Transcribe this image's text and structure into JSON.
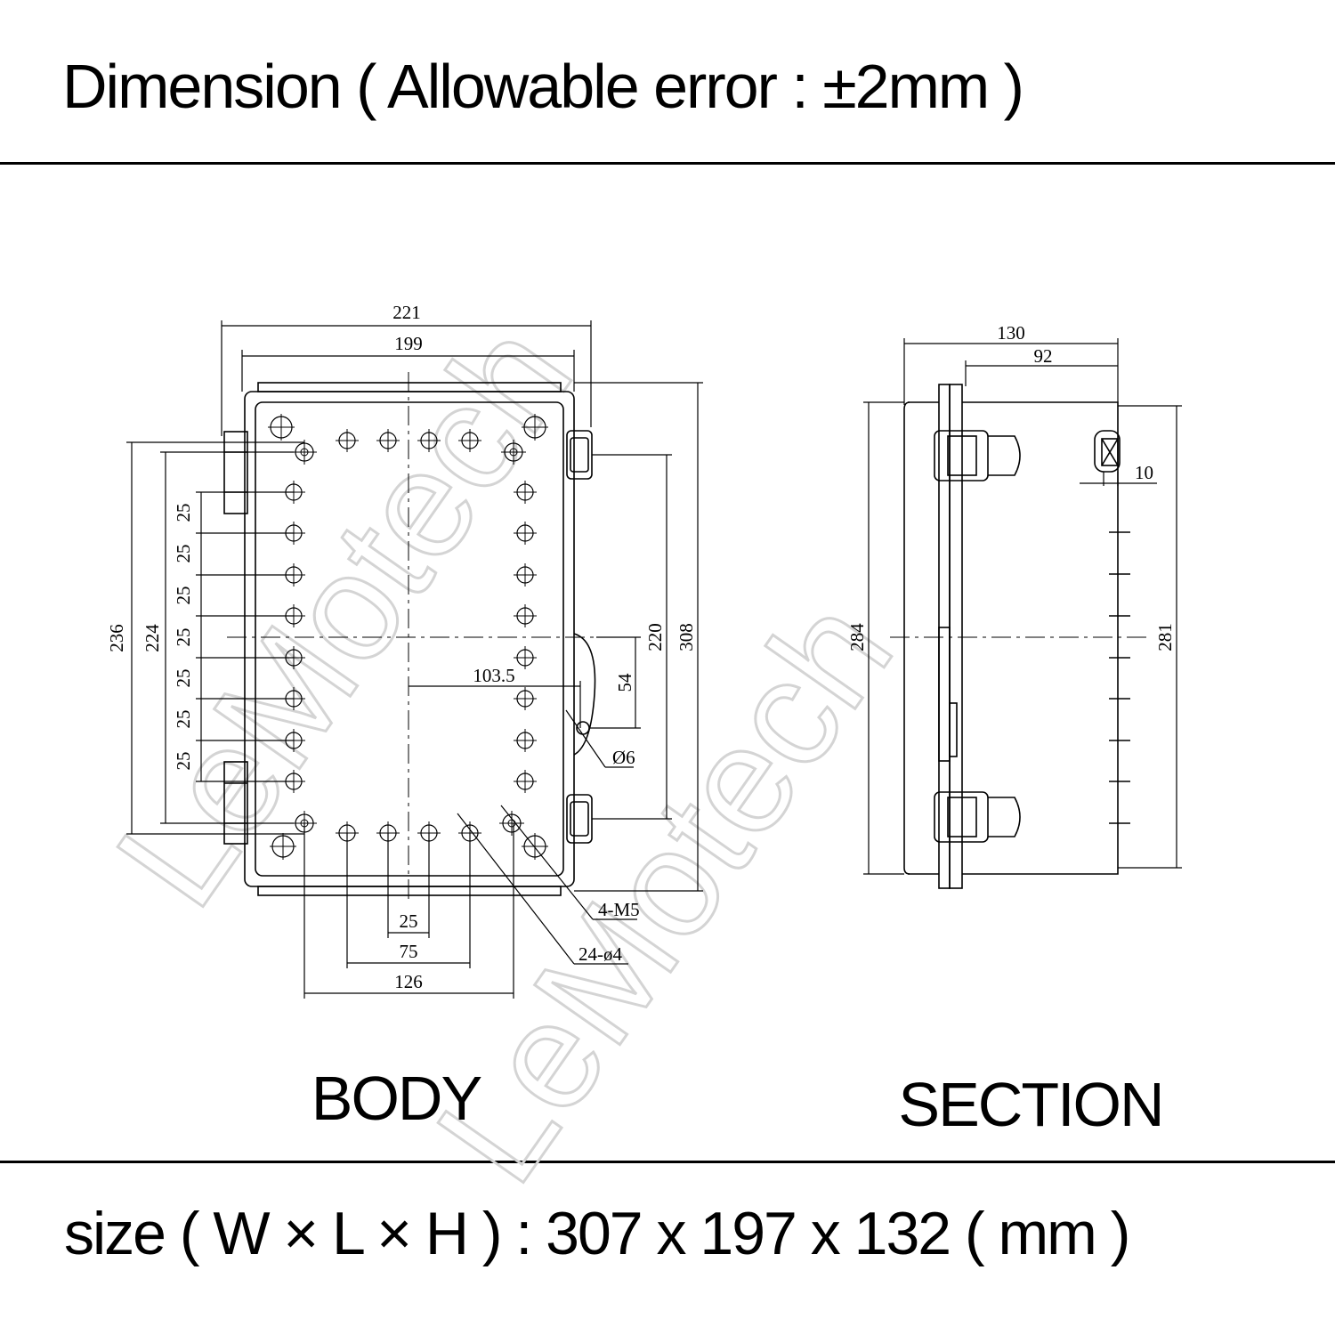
{
  "header": {
    "title": "Dimension ( Allowable error : ±2mm )"
  },
  "footer": {
    "size": "size ( W × L × H ) : 307 x 197 x 132 ( mm )"
  },
  "views": {
    "body_label": "BODY",
    "section_label": "SECTION"
  },
  "watermark": {
    "text": "LeMotech"
  },
  "body_dims": {
    "overall_width": "221",
    "inner_width": "199",
    "left_height_outer": "236",
    "left_height_inner": "224",
    "pitch": "25",
    "mount_height": "220",
    "overall_height": "308",
    "latch_offset": "103.5",
    "latch_height": "54",
    "latch_hole": "Ø6",
    "bottom_pitch": "25",
    "bottom_span": "75",
    "bottom_total": "126",
    "mount_screws": "4-M5",
    "holes": "24-ø4"
  },
  "section_dims": {
    "depth_overall": "130",
    "depth_body": "92",
    "flange": "10",
    "height_left": "284",
    "height_right": "281"
  },
  "colors": {
    "line": "#000000",
    "watermark": "#d4d4d4",
    "background": "#ffffff"
  }
}
